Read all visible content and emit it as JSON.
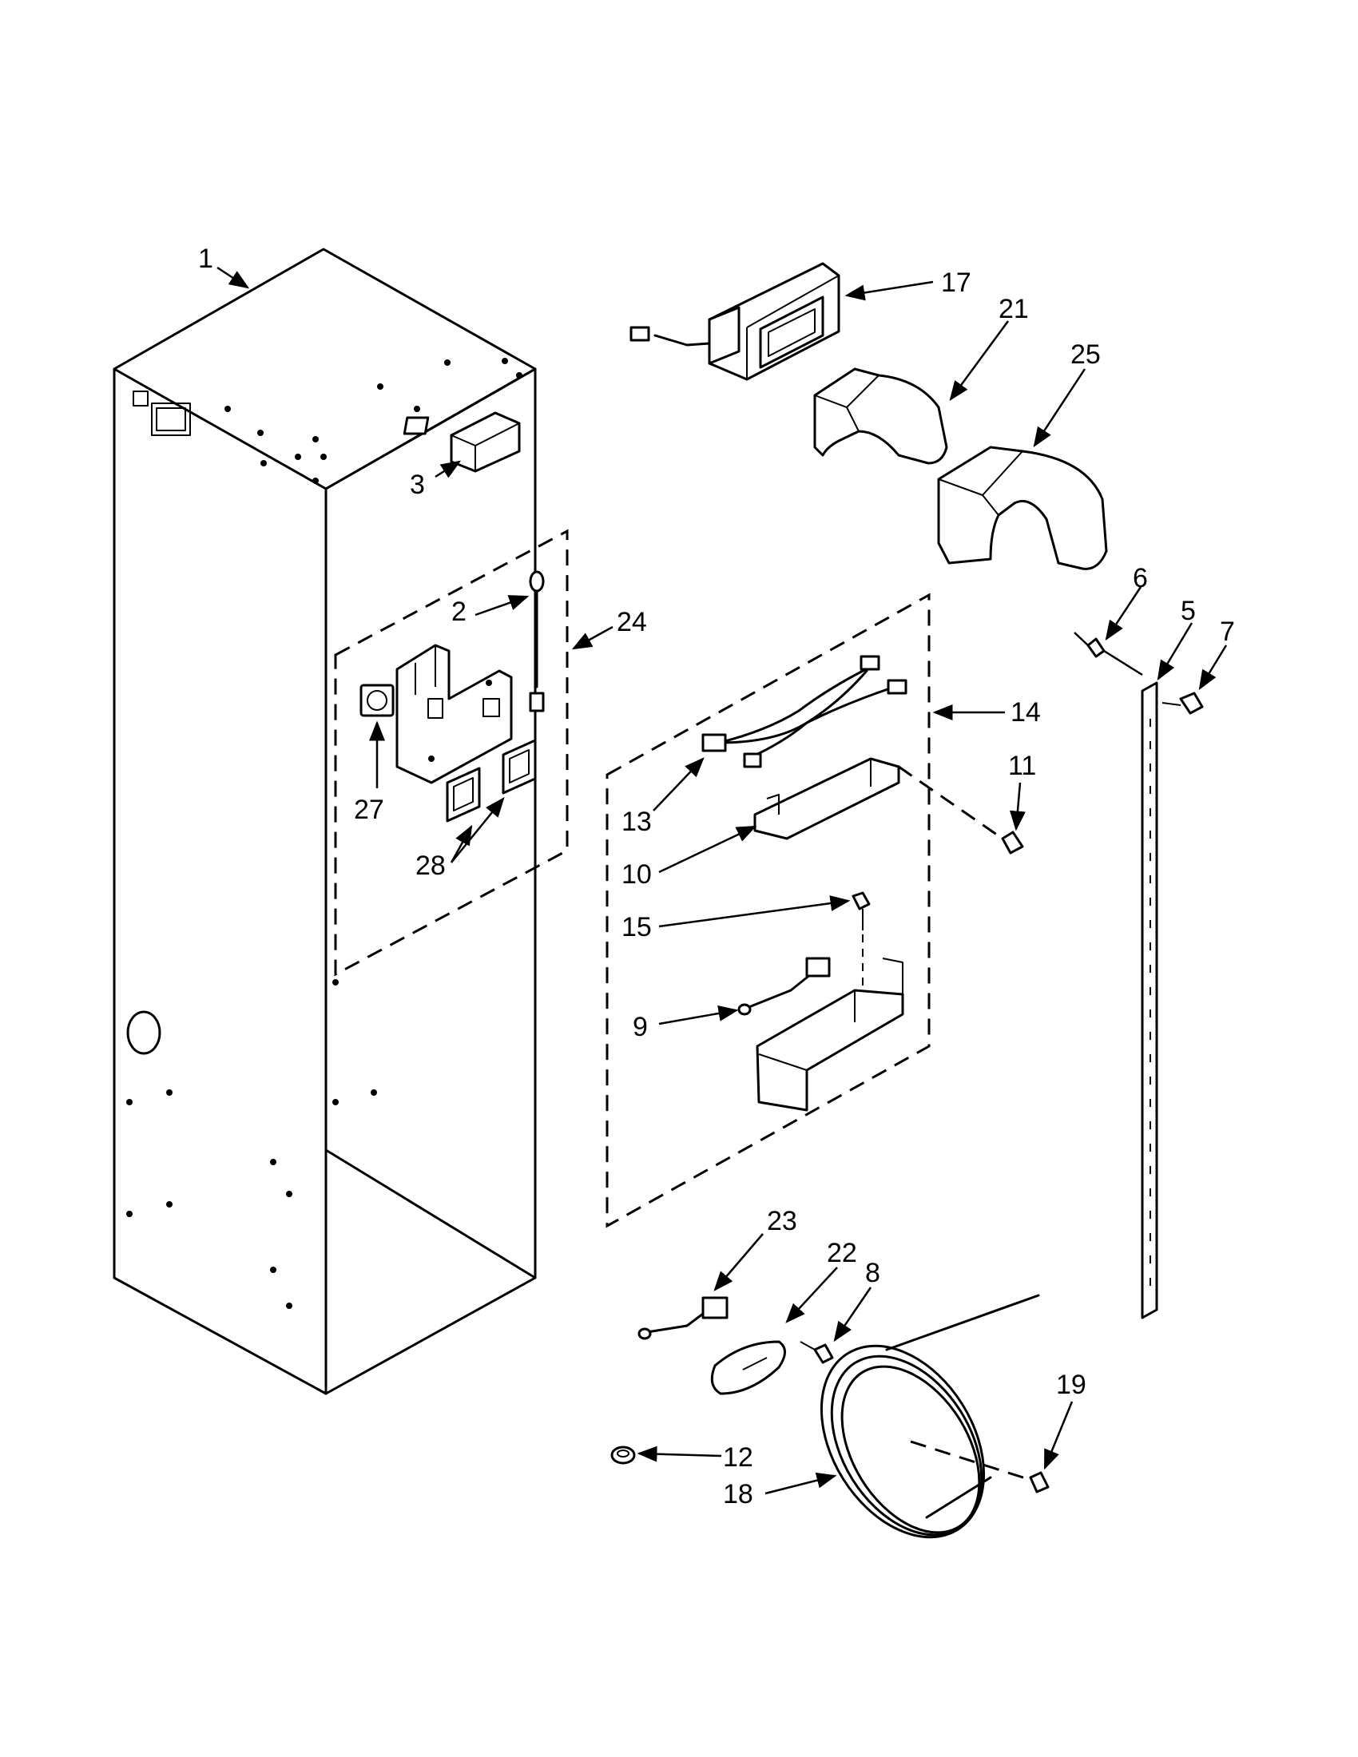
{
  "diagram": {
    "callouts": {
      "c1": "1",
      "c2": "2",
      "c3": "3",
      "c5": "5",
      "c6": "6",
      "c7": "7",
      "c8": "8",
      "c9": "9",
      "c10": "10",
      "c11": "11",
      "c12": "12",
      "c13": "13",
      "c14": "14",
      "c15": "15",
      "c17": "17",
      "c18": "18",
      "c19": "19",
      "c21": "21",
      "c22": "22",
      "c23": "23",
      "c24": "24",
      "c25": "25",
      "c27": "27",
      "c28": "28"
    }
  }
}
